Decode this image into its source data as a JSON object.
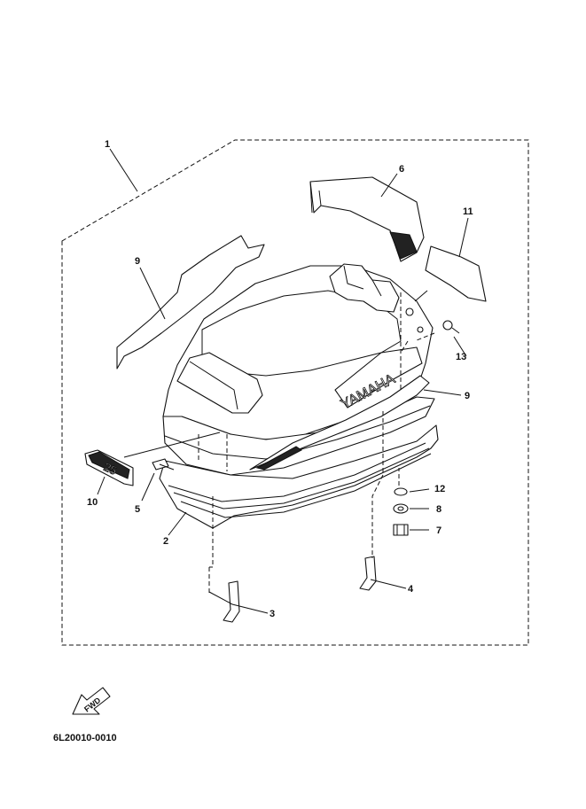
{
  "brand_logo": "YAMAHA",
  "model_decal": "25",
  "fwd_label": "FWD",
  "diagram_code": "6L20010-0010",
  "callouts": [
    "1",
    "2",
    "3",
    "4",
    "5",
    "6",
    "7",
    "8",
    "9",
    "9",
    "10",
    "11",
    "12",
    "13"
  ]
}
